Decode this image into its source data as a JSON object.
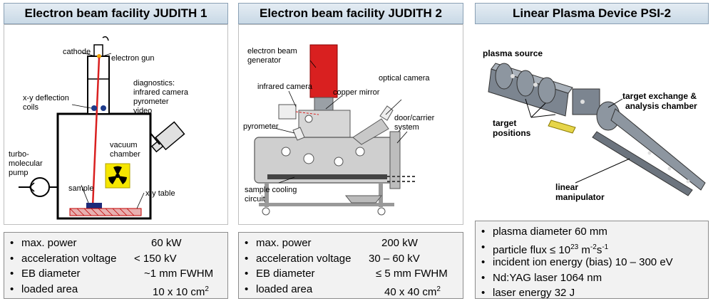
{
  "panels": [
    {
      "title": "Electron beam facility JUDITH 1",
      "labels": {
        "cathode": "cathode",
        "electron_gun": "electron gun",
        "diagnostics_1": "diagnostics:",
        "diagnostics_2": "infrared camera",
        "diagnostics_3": "pyrometer",
        "diagnostics_4": "video",
        "deflection_1": "x-y deflection",
        "deflection_2": "coils",
        "vacuum_1": "vacuum",
        "vacuum_2": "chamber",
        "turbo_1": "turbo-",
        "turbo_2": "molecular",
        "turbo_3": "pump",
        "sample": "sample",
        "xy_table": "x-y table"
      },
      "specs": [
        {
          "key": "max. power",
          "value": "60 kW"
        },
        {
          "key": "acceleration voltage",
          "value": "< 150 kV"
        },
        {
          "key": "EB diameter",
          "value": "~1 mm FWHM"
        },
        {
          "key": "loaded area",
          "value": "10 x 10 cm",
          "sup": "2"
        }
      ]
    },
    {
      "title": "Electron beam facility JUDITH 2",
      "labels": {
        "eb_gen_1": "electron beam",
        "eb_gen_2": "generator",
        "infrared": "infrared camera",
        "copper_mirror": "copper mirror",
        "optical": "optical camera",
        "door_1": "door/carrier",
        "door_2": "system",
        "pyrometer": "pyrometer",
        "cooling_1": "sample cooling",
        "cooling_2": "circuit"
      },
      "specs": [
        {
          "key": "max. power",
          "value": "200 kW"
        },
        {
          "key": "acceleration voltage",
          "value": "30 – 60 kV"
        },
        {
          "key": "EB diameter",
          "value": "≤ 5 mm FWHM"
        },
        {
          "key": "loaded area",
          "value": "40 x 40 cm",
          "sup": "2"
        }
      ]
    },
    {
      "title": "Linear Plasma Device PSI-2",
      "labels": {
        "plasma_source": "plasma source",
        "target_exchange_1": "target exchange &",
        "target_exchange_2": "analysis chamber",
        "target_positions_1": "target",
        "target_positions_2": "positions",
        "linear_1": "linear",
        "linear_2": "manipulator"
      },
      "specs": [
        {
          "text": "plasma diameter 60 mm"
        },
        {
          "pre": "particle flux ≤ 10",
          "sup1": "23",
          "mid": " m",
          "sup2": "-2",
          "mid2": "s",
          "sup3": "-1"
        },
        {
          "text": "incident ion energy (bias) 10 – 300 eV"
        },
        {
          "text": "Nd:YAG laser 1064 nm"
        },
        {
          "text": "laser energy 32 J"
        }
      ]
    }
  ],
  "colors": {
    "header_border": "#8aa0b4",
    "beam_red": "#d92020",
    "radiation_yellow": "#f5e600",
    "device_gray": "#7c8590"
  }
}
